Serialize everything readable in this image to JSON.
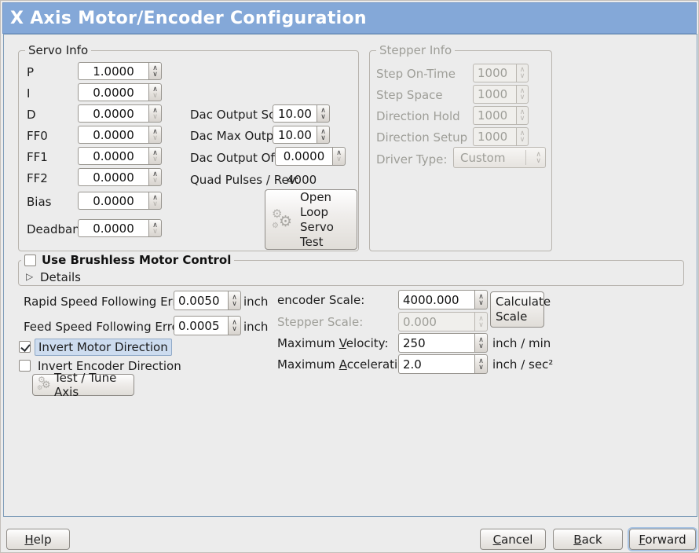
{
  "window": {
    "title": "X Axis Motor/Encoder Configuration"
  },
  "colors": {
    "titlebar": "#84a8d8",
    "background": "#ececec",
    "frame_border": "#7f9db9",
    "focus_highlight": "#cddcef"
  },
  "icons": {
    "gear": "⚙",
    "spin_up": "∧",
    "spin_down": "∨",
    "expander_collapsed": "▷"
  },
  "servo_info": {
    "legend": "Servo Info",
    "rows": [
      {
        "label": "P",
        "value": "1.0000"
      },
      {
        "label": "I",
        "value": "0.0000"
      },
      {
        "label": "D",
        "value": "0.0000"
      },
      {
        "label": "FF0",
        "value": "0.0000"
      },
      {
        "label": "FF1",
        "value": "0.0000"
      },
      {
        "label": "FF2",
        "value": "0.0000"
      },
      {
        "label": "Bias",
        "value": "0.0000"
      },
      {
        "label": "Deadband",
        "value": "0.0000"
      }
    ]
  },
  "dac": {
    "scale_label": "Dac Output Scale:",
    "scale_value": "10.00",
    "max_label": "Dac Max Output:",
    "max_value": "10.00",
    "offset_label": "Dac Output Offset:",
    "offset_value": "0.0000",
    "quad_label": "Quad Pulses / Rev:",
    "quad_value": "4000",
    "open_loop_button": "Open Loop Servo Test"
  },
  "stepper_info": {
    "legend": "Stepper Info",
    "rows": [
      {
        "label": "Step On-Time",
        "value": "1000"
      },
      {
        "label": "Step Space",
        "value": "1000"
      },
      {
        "label": "Direction Hold",
        "value": "1000"
      },
      {
        "label": "Direction Setup",
        "value": "1000"
      }
    ],
    "driver_type_label": "Driver Type:",
    "driver_type_value": "Custom"
  },
  "brushless": {
    "checkbox_label": "Use Brushless Motor Control",
    "details_label": "Details"
  },
  "following_error": {
    "rapid_label": "Rapid Speed Following Error:",
    "rapid_value": "0.0050",
    "rapid_unit": "inch",
    "feed_label": "Feed Speed Following Error:",
    "feed_value": "0.0005",
    "feed_unit": "inch"
  },
  "scales": {
    "encoder_label": "encoder Scale:",
    "encoder_value": "4000.000",
    "stepper_label": "Stepper Scale:",
    "stepper_value": "0.000",
    "calculate_button": "Calculate Scale",
    "velocity_label": {
      "pre": "Maximum ",
      "key": "V",
      "post": "elocity:"
    },
    "velocity_value": "250",
    "velocity_unit": "inch / min",
    "accel_label": {
      "pre": "Maximum ",
      "key": "A",
      "post": "cceleration:"
    },
    "accel_value": "2.0",
    "accel_unit": "inch / sec²"
  },
  "direction": {
    "invert_motor_label": "Invert Motor Direction",
    "invert_encoder_label": "Invert Encoder Direction",
    "test_tune_button": "Test / Tune Axis"
  },
  "footer": {
    "help": {
      "pre": "",
      "key": "H",
      "post": "elp"
    },
    "cancel": {
      "pre": "",
      "key": "C",
      "post": "ancel"
    },
    "back": {
      "pre": "",
      "key": "B",
      "post": "ack"
    },
    "forward": {
      "pre": "",
      "key": "F",
      "post": "orward"
    }
  }
}
